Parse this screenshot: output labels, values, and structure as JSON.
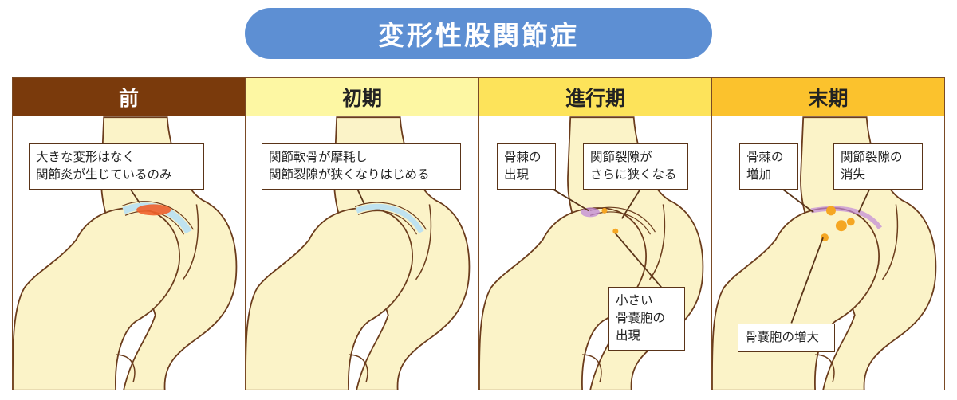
{
  "title": "変形性股関節症",
  "colors": {
    "title_bg": "#5d8fd3",
    "border": "#7a4a25",
    "bone": "#fbf3c8",
    "bone_outline": "#6b3c1c",
    "inflammation": "#f0602a",
    "cartilage": "#bfe2ef",
    "bone_spur": "#c088d8",
    "cyst": "#f5a623"
  },
  "stages": [
    {
      "label": "前",
      "header_color": "#7a3a0c",
      "header_text_color": "#ffffff",
      "callouts": [
        "大きな変形はなく\n関節炎が生じているのみ"
      ]
    },
    {
      "label": "初期",
      "header_color": "#fdf7a3",
      "header_text_color": "#222222",
      "callouts": [
        "関節軟骨が摩耗し\n関節裂隙が狭くなりはじめる"
      ]
    },
    {
      "label": "進行期",
      "header_color": "#fde35a",
      "header_text_color": "#222222",
      "callouts": [
        "骨棘の\n出現",
        "関節裂隙が\nさらに狭くなる",
        "小さい\n骨嚢胞の\n出現"
      ]
    },
    {
      "label": "末期",
      "header_color": "#fbc22d",
      "header_text_color": "#222222",
      "callouts": [
        "骨棘の\n増加",
        "関節裂隙の\n消失",
        "骨嚢胞の増大"
      ]
    }
  ]
}
